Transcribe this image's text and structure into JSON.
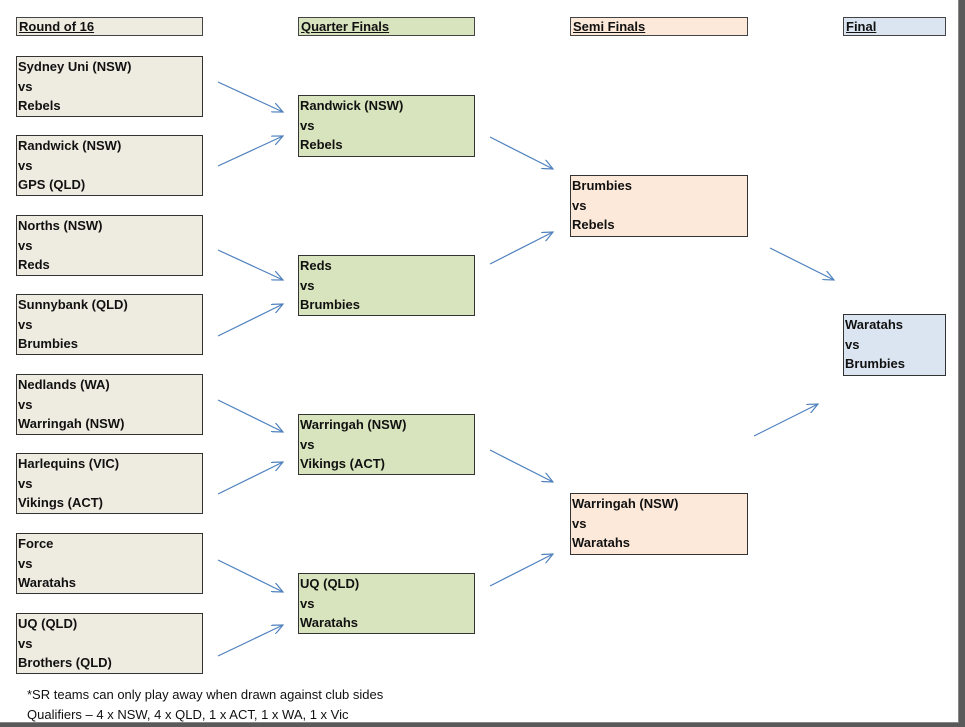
{
  "headers": {
    "r16": "Round of 16",
    "qf": "Quarter Finals",
    "sf": "Semi Finals",
    "final": "Final"
  },
  "vs": "vs",
  "round_of_16": [
    {
      "team1": "Sydney Uni (NSW)",
      "team2": "Rebels"
    },
    {
      "team1": "Randwick (NSW)",
      "team2": "GPS (QLD)"
    },
    {
      "team1": "Norths (NSW)",
      "team2": "Reds"
    },
    {
      "team1": "Sunnybank (QLD)",
      "team2": "Brumbies"
    },
    {
      "team1": "Nedlands (WA)",
      "team2": "Warringah (NSW)"
    },
    {
      "team1": "Harlequins (VIC)",
      "team2": "Vikings (ACT)"
    },
    {
      "team1": "Force",
      "team2": "Waratahs"
    },
    {
      "team1": "UQ (QLD)",
      "team2": "Brothers (QLD)"
    }
  ],
  "quarter_finals": [
    {
      "team1": "Randwick (NSW)",
      "team2": "Rebels"
    },
    {
      "team1": "Reds",
      "team2": "Brumbies"
    },
    {
      "team1": "Warringah (NSW)",
      "team2": "Vikings (ACT)"
    },
    {
      "team1": "UQ (QLD)",
      "team2": "Waratahs"
    }
  ],
  "semi_finals": [
    {
      "team1": "Brumbies",
      "team2": "Rebels"
    },
    {
      "team1": "Warringah (NSW)",
      "team2": "Waratahs"
    }
  ],
  "final": {
    "team1": "Waratahs",
    "team2": "Brumbies"
  },
  "notes": {
    "line1": "*SR teams can only play away when drawn against club sides",
    "line2": "Qualifiers – 4 x NSW, 4 x QLD, 1 x ACT, 1 x WA, 1 x Vic"
  },
  "colors": {
    "r16": "#eeece1",
    "qf": "#d7e4bd",
    "sf": "#fde9d9",
    "final": "#dbe5f1",
    "arrow": "#4f81bd"
  }
}
